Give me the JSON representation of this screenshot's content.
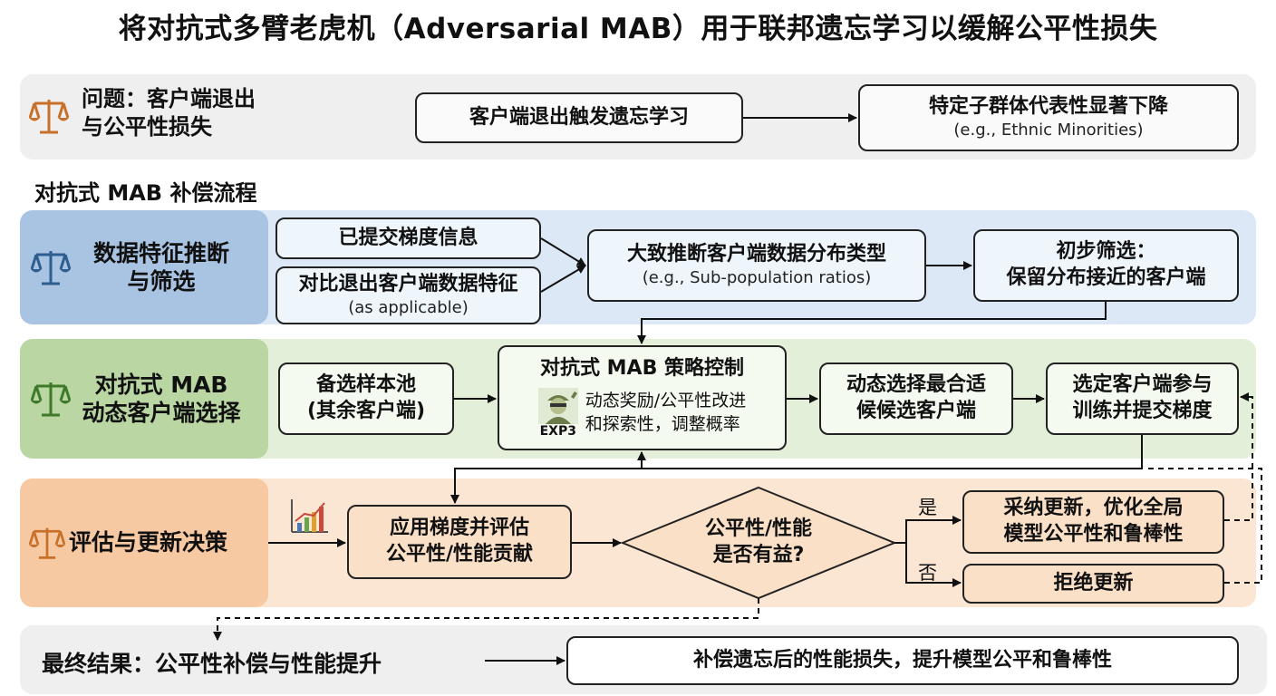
{
  "title": "将对抗式多臂老虎机（Adversarial MAB）用于联邦遗忘学习以缓解公平性损失",
  "colors": {
    "problem_band": "#efefef",
    "blue_band": "#dce8f5",
    "blue_label": "#a9c4e3",
    "green_band": "#e3efd8",
    "green_label": "#b9d6a3",
    "orange_band": "#fbe6d4",
    "orange_label": "#f6c9a3",
    "final_band": "#efefef"
  },
  "problem": {
    "label": "问题：客户端退出\n与公平性损失",
    "trigger": "客户端退出触发遗忘学习",
    "result_main": "特定子群体代表性显著下降",
    "result_sub": "(e.g., Ethnic Minorities)"
  },
  "process_title": "对抗式 MAB 补偿流程",
  "stage1": {
    "label": "数据特征推断\n与筛选",
    "grad_info": "已提交梯度信息",
    "compare_main": "对比退出客户端数据特征",
    "compare_sub": "(as applicable)",
    "infer_main": "大致推断客户端数据分布类型",
    "infer_sub": "(e.g., Sub-population ratios)",
    "filter": "初步筛选：\n保留分布接近的客户端"
  },
  "stage2": {
    "label": "对抗式 MAB\n动态客户端选择",
    "pool": "备选样本池\n(其余客户端)",
    "mab_title": "对抗式 MAB 策略控制",
    "mab_desc": "动态奖励/公平性改进\n和探索性，调整概率",
    "exp3": "EXP3",
    "select": "动态选择最合适\n候候选客户端",
    "train": "选定客户端参与\n训练并提交梯度"
  },
  "stage3": {
    "label": "评估与更新决策",
    "apply": "应用梯度并评估\n公平性/性能贡献",
    "decision": "公平性/性能\n是否有益?",
    "yes": "是",
    "no": "否",
    "accept": "采纳更新，优化全局\n模型公平性和鲁棒性",
    "reject": "拒绝更新"
  },
  "final": {
    "label": "最终结果：公平性补偿与性能提升",
    "outcome": "补偿遗忘后的性能损失，提升模型公平和鲁棒性"
  }
}
